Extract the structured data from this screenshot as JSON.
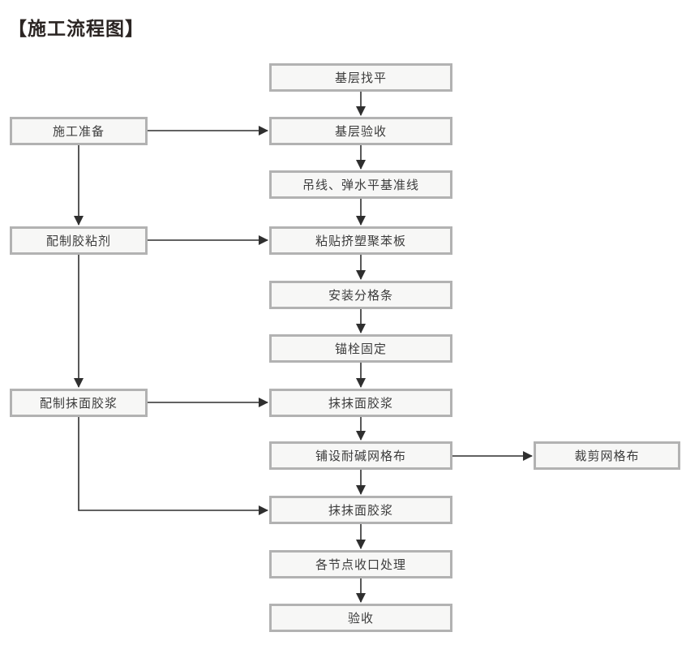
{
  "title": "【施工流程图】",
  "colors": {
    "box_border": "#b2b2b2",
    "box_fill": "#f7f7f6",
    "arrow": "#2f2f2f",
    "text": "#3c3c3c",
    "title": "#2b2523"
  },
  "flow": {
    "main_steps": [
      {
        "label": "基层找平"
      },
      {
        "label": "基层验收"
      },
      {
        "label": "吊线、弹水平基准线"
      },
      {
        "label": "粘贴挤塑聚苯板"
      },
      {
        "label": "安装分格条"
      },
      {
        "label": "锚栓固定"
      },
      {
        "label": "抹抹面胶浆"
      },
      {
        "label": "铺设耐碱网格布"
      },
      {
        "label": "抹抹面胶浆"
      },
      {
        "label": "各节点收口处理"
      },
      {
        "label": "验收"
      }
    ],
    "side_steps_left": [
      {
        "label": "施工准备"
      },
      {
        "label": "配制胶粘剂"
      },
      {
        "label": "配制抹面胶浆"
      }
    ],
    "side_steps_right": [
      {
        "label": "裁剪网格布"
      }
    ]
  }
}
